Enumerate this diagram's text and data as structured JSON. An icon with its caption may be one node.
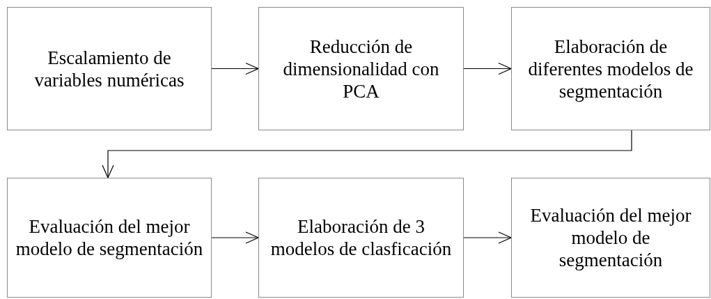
{
  "diagram": {
    "nodes": [
      {
        "text": [
          "Escalamiento de variables numéricas"
        ]
      },
      {
        "text": [
          "Reducción de dimensionalidad con PCA"
        ]
      },
      {
        "text": [
          "Elaboración de diferentes modelos de segmentación"
        ]
      },
      {
        "text": [
          "Evaluación del mejor modelo de segmentación"
        ]
      },
      {
        "text": [
          "Elaboración de 3 modelos de clasficación"
        ]
      },
      {
        "text": [
          "Evaluación del mejor modelo de segmentación"
        ]
      }
    ],
    "edges": [
      {
        "from": 0,
        "to": 1,
        "arrow": "to"
      },
      {
        "from": 1,
        "to": 2,
        "arrow": "to"
      },
      {
        "from": 2,
        "to": 3,
        "arrow": "to"
      },
      {
        "from": 3,
        "to": 4,
        "arrow": "to"
      },
      {
        "from": 4,
        "to": 5,
        "arrow": "to"
      }
    ]
  }
}
